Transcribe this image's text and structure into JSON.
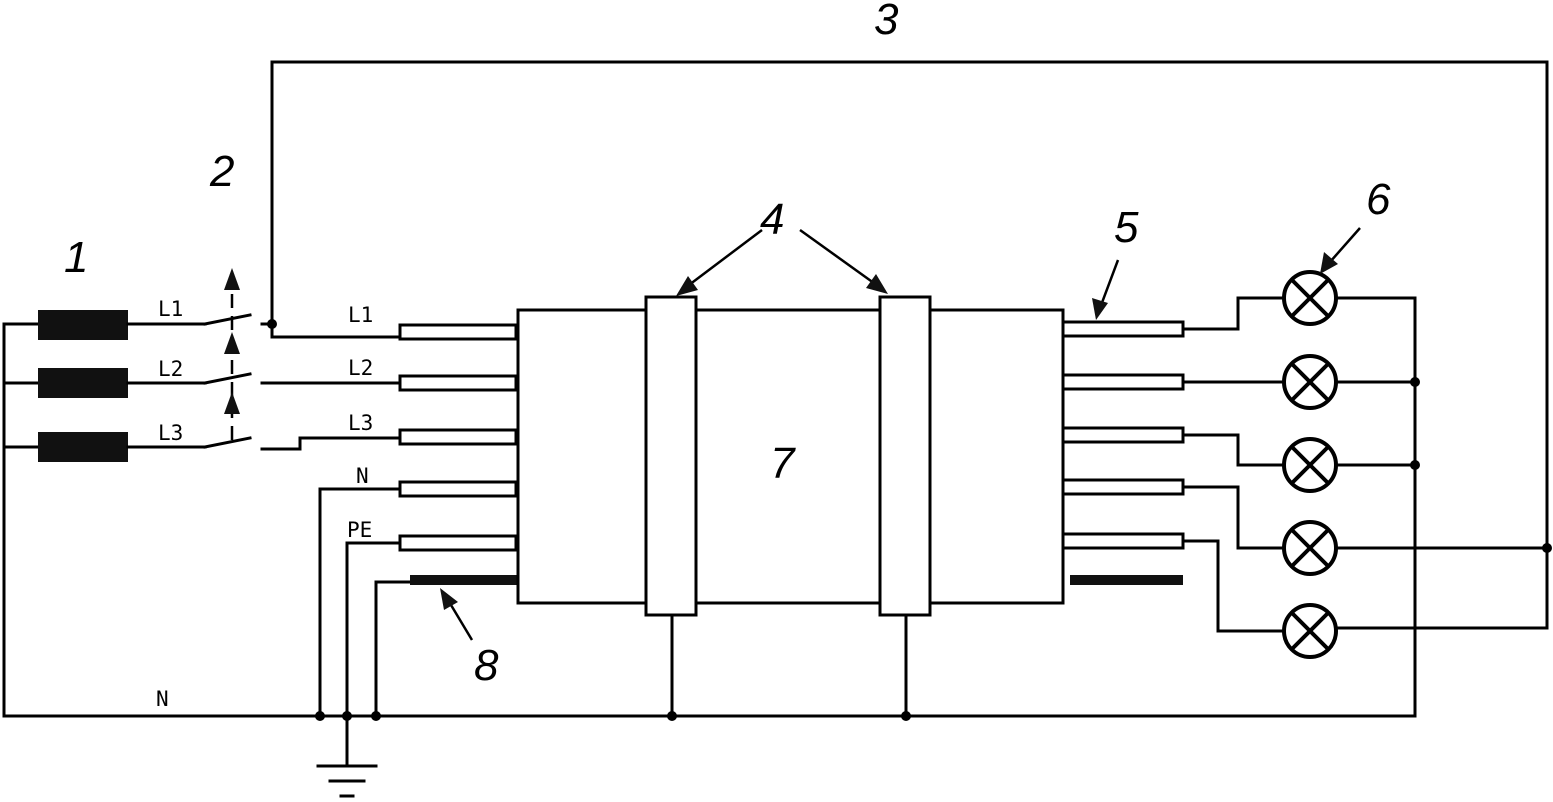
{
  "callouts": {
    "n1": "1",
    "n2": "2",
    "n3": "3",
    "n4": "4",
    "n5": "5",
    "n6": "6",
    "n7": "7",
    "n8": "8"
  },
  "labels": {
    "l1_left": "L1",
    "l2_left": "L2",
    "l3_left": "L3",
    "l1_right": "L1",
    "l2_right": "L2",
    "l3_right": "L3",
    "n_conductor": "N",
    "pe_conductor": "PE",
    "n_bottom": "N"
  }
}
